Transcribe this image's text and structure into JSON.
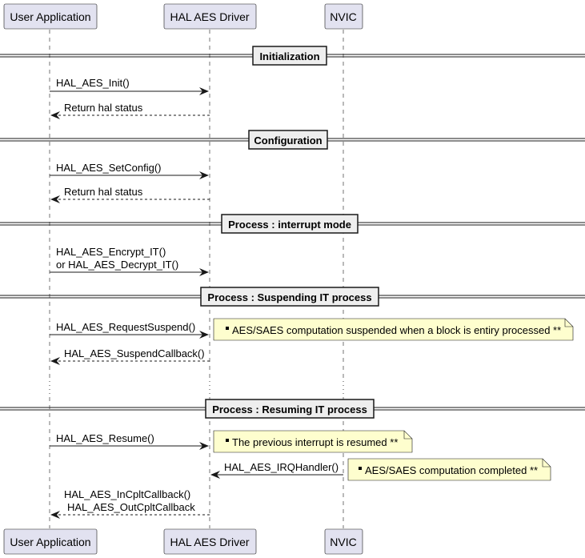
{
  "participants": [
    {
      "id": "user",
      "label": "User Application"
    },
    {
      "id": "hal",
      "label": "HAL AES Driver"
    },
    {
      "id": "nvic",
      "label": "NVIC"
    }
  ],
  "dividers": [
    {
      "label": "Initialization"
    },
    {
      "label": "Configuration"
    },
    {
      "label": "Process : interrupt mode"
    },
    {
      "label": "Process : Suspending IT process"
    },
    {
      "label": "Process : Resuming IT process"
    }
  ],
  "messages": [
    {
      "from": "user",
      "to": "hal",
      "kind": "call",
      "lines": [
        "HAL_AES_Init()"
      ]
    },
    {
      "from": "hal",
      "to": "user",
      "kind": "return",
      "lines": [
        "Return hal status"
      ]
    },
    {
      "from": "user",
      "to": "hal",
      "kind": "call",
      "lines": [
        "HAL_AES_SetConfig()"
      ]
    },
    {
      "from": "hal",
      "to": "user",
      "kind": "return",
      "lines": [
        "Return hal status"
      ]
    },
    {
      "from": "user",
      "to": "hal",
      "kind": "call",
      "lines": [
        "HAL_AES_Encrypt_IT()",
        "or HAL_AES_Decrypt_IT()"
      ]
    },
    {
      "from": "user",
      "to": "hal",
      "kind": "call",
      "lines": [
        "HAL_AES_RequestSuspend()"
      ]
    },
    {
      "from": "hal",
      "to": "user",
      "kind": "return",
      "lines": [
        "HAL_AES_SuspendCallback()"
      ]
    },
    {
      "from": "user",
      "to": "hal",
      "kind": "call",
      "lines": [
        "HAL_AES_Resume()"
      ]
    },
    {
      "from": "nvic",
      "to": "hal",
      "kind": "call",
      "lines": [
        "HAL_AES_IRQHandler()"
      ]
    },
    {
      "from": "hal",
      "to": "user",
      "kind": "return",
      "lines": [
        "HAL_AES_InCpltCallback()",
        "HAL_AES_OutCpltCallback"
      ]
    }
  ],
  "notes": [
    {
      "text": "AES/SAES computation suspended when a block is entiry processed **"
    },
    {
      "text": "The previous interrupt is resumed  **"
    },
    {
      "text": "AES/SAES computation completed **"
    }
  ],
  "colors": {
    "participant_fill": "#e2e2f0",
    "participant_stroke": "#181818",
    "note_fill": "#fefece",
    "divider_fill": "#eeeeee",
    "line": "#181818",
    "lifeline": "#181818"
  }
}
